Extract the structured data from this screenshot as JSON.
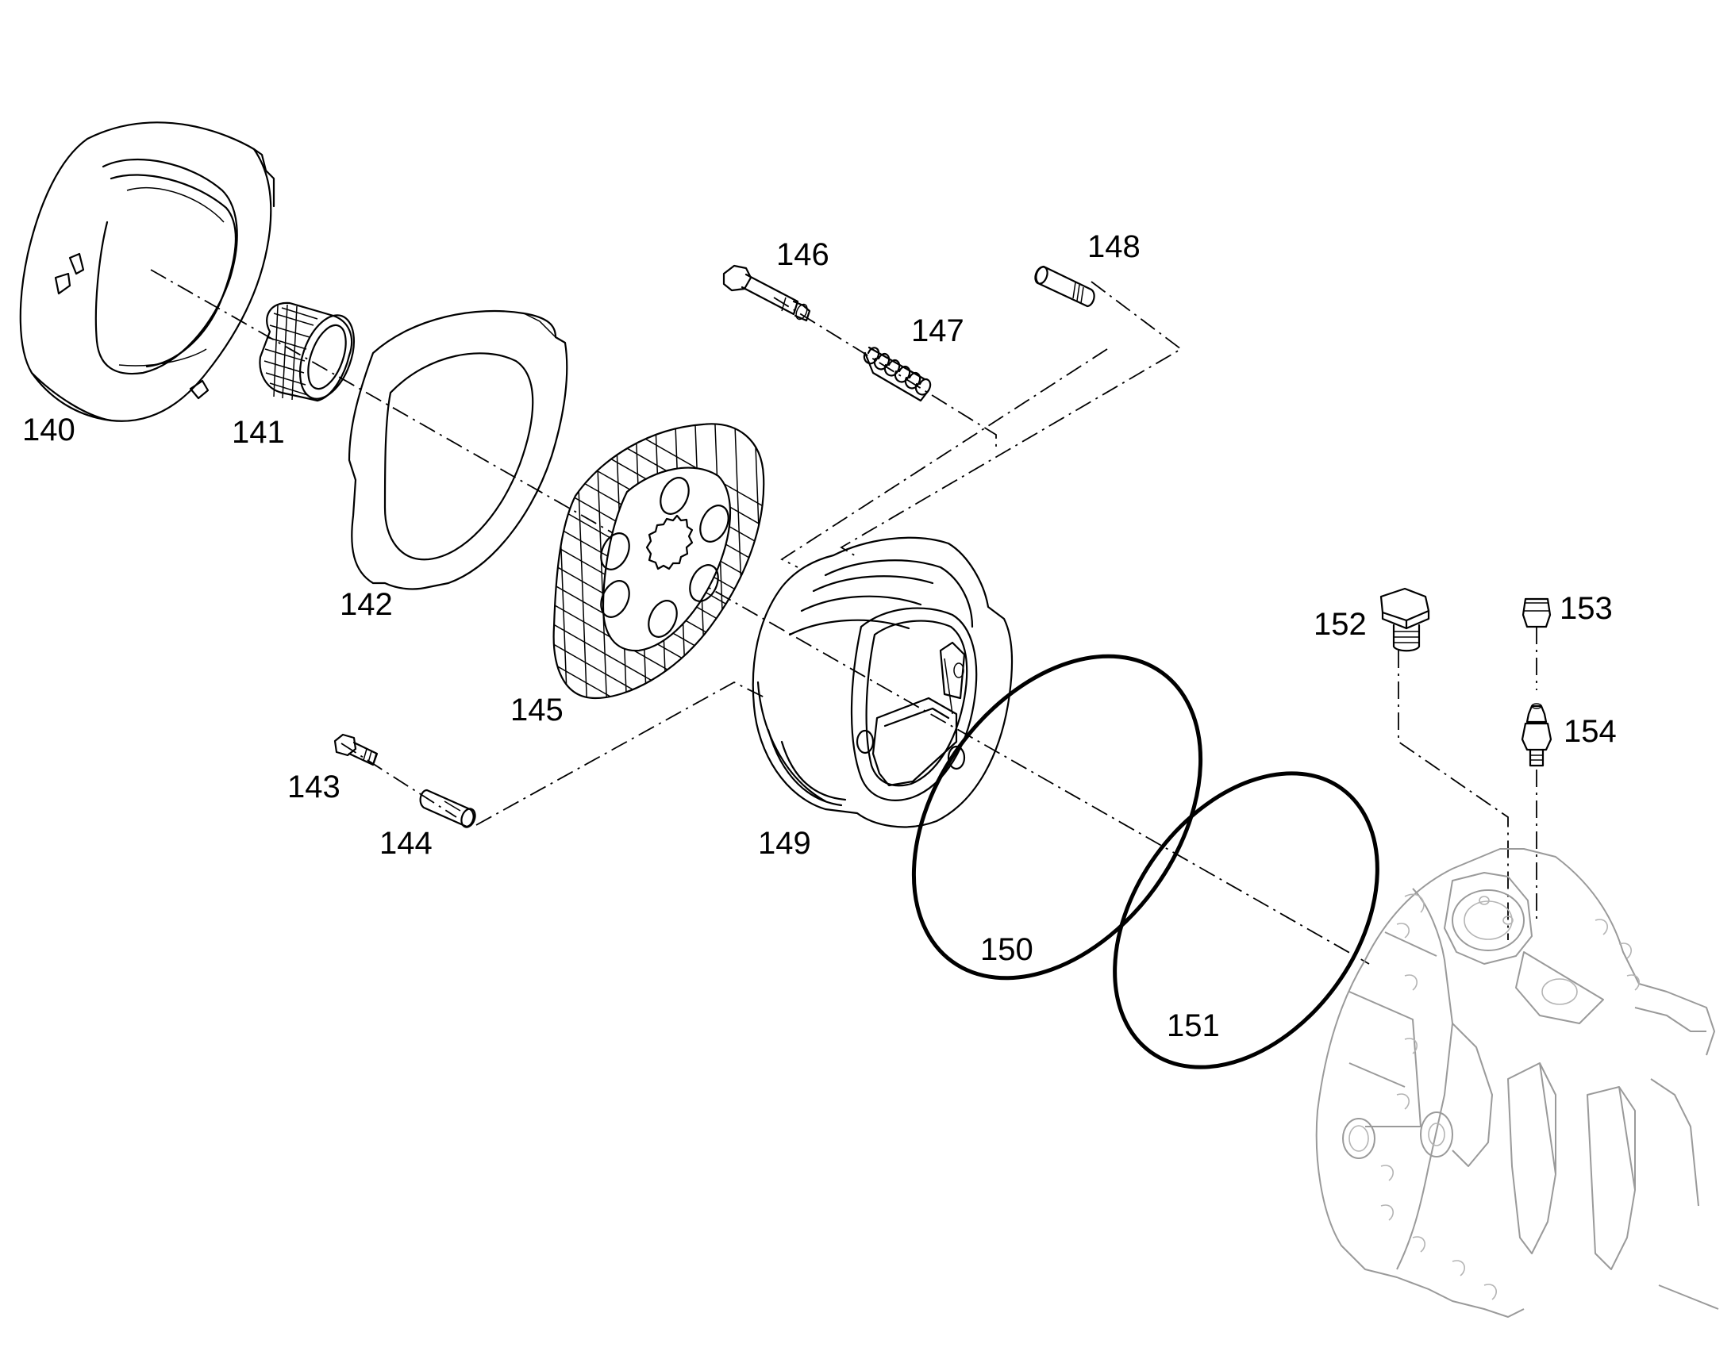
{
  "diagram": {
    "labels": [
      {
        "id": "140",
        "text": "140"
      },
      {
        "id": "141",
        "text": "141"
      },
      {
        "id": "142",
        "text": "142"
      },
      {
        "id": "143",
        "text": "143"
      },
      {
        "id": "144",
        "text": "144"
      },
      {
        "id": "145",
        "text": "145"
      },
      {
        "id": "146",
        "text": "146"
      },
      {
        "id": "147",
        "text": "147"
      },
      {
        "id": "148",
        "text": "148"
      },
      {
        "id": "149",
        "text": "149"
      },
      {
        "id": "150",
        "text": "150"
      },
      {
        "id": "151",
        "text": "151"
      },
      {
        "id": "152",
        "text": "152"
      },
      {
        "id": "153",
        "text": "153"
      },
      {
        "id": "154",
        "text": "154"
      }
    ]
  }
}
